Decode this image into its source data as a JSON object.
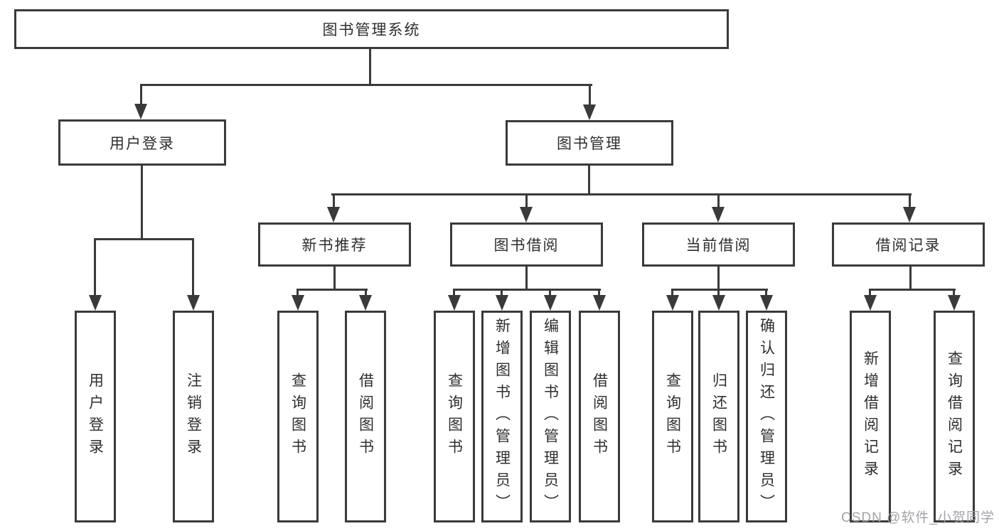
{
  "nodes": {
    "root": "图书管理系统",
    "user_login": "用户登录",
    "book_management": "图书管理",
    "new_book_recommendation": "新书推荐",
    "book_borrowing": "图书借阅",
    "current_borrowing": "当前借阅",
    "borrowing_records": "借阅记录",
    "leaf_user_login": "用户登录",
    "leaf_logout": "注销登录",
    "leaf_query_books_recommend": "查询图书",
    "leaf_borrow_books_recommend": "借阅图书",
    "leaf_query_books_borrow": "查询图书",
    "leaf_add_books_admin": "新增图书（管理员）",
    "leaf_edit_books_admin": "编辑图书（管理员）",
    "leaf_borrow_books_borrow": "借阅图书",
    "leaf_query_books_current": "查询图书",
    "leaf_return_books": "归还图书",
    "leaf_confirm_return_admin": "确认归还（管理员）",
    "leaf_add_borrow_record": "新增借阅记录",
    "leaf_query_borrow_record": "查询借阅记录"
  },
  "watermark": {
    "text": "CSDN @软件_小贺同学"
  },
  "colors": {
    "line": "#3a3a3a",
    "text": "#2e2e2e",
    "background": "#ffffff",
    "watermark": "#9e9ea4"
  }
}
